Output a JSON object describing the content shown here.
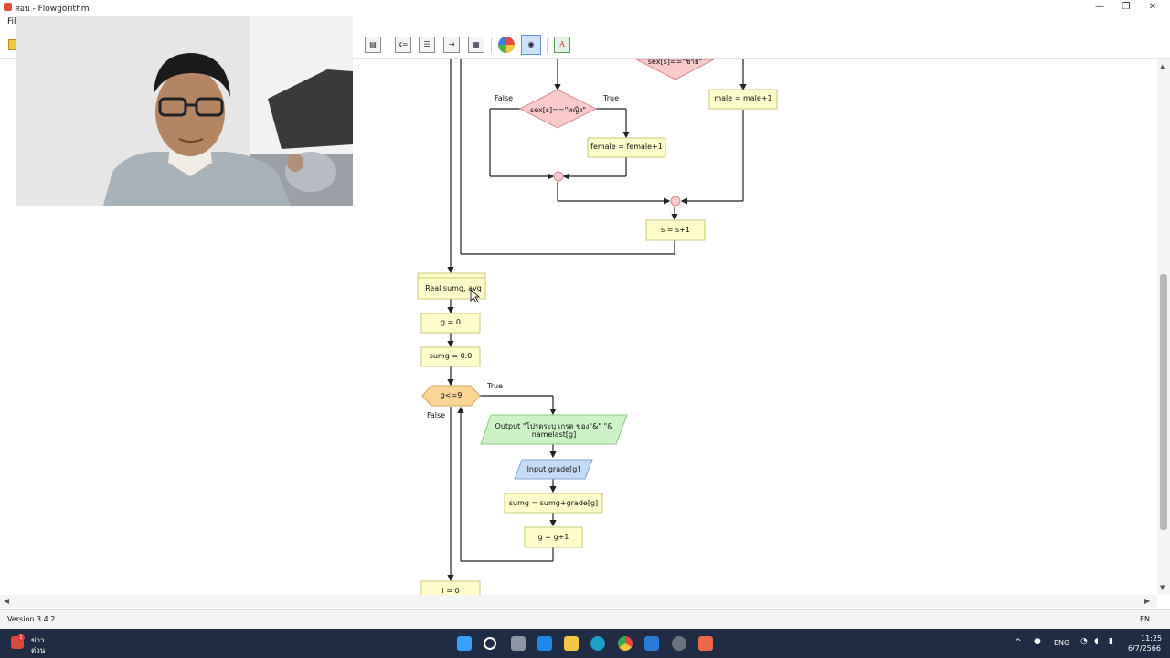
{
  "window": {
    "title": "สอบ - Flowgorithm",
    "minimize": "—",
    "maximize": "❐",
    "close": "✕"
  },
  "menu": {
    "file_label": "Fil"
  },
  "toolbar": {
    "icons": [
      "layout-icon",
      "variables-icon",
      "stack-icon",
      "output-icon",
      "console-icon",
      "color-icon",
      "chart-icon",
      "translate-icon"
    ],
    "variables_glyph": "x="
  },
  "flowchart": {
    "decision_sex_top": "sex[s]==\"ชาย\"",
    "decision_sex_female": "sex[s]==\"หญิง\"",
    "label_false_1": "False",
    "label_true_1": "True",
    "assign_male": "male = male+1",
    "assign_female": "female = female+1",
    "assign_s": "s = s+1",
    "declare_real": "Real sumg, avg",
    "assign_g0": "g = 0",
    "assign_sumg0": "sumg = 0.0",
    "loop_while": "g<=9",
    "label_true_2": "True",
    "label_false_2": "False",
    "output_line1": "Output \"โปรดระบุ เกรด ของ\"&\" \"&",
    "output_line2": "namelast[g]",
    "input_grade": "Input grade[g]",
    "assign_sumg": "sumg = sumg+grade[g]",
    "assign_g_inc": "g = g+1",
    "assign_i0": "i = 0"
  },
  "statusbar": {
    "version": "Version 3.4.2",
    "lang": "EN"
  },
  "taskbar": {
    "news_line1": "ข่าว",
    "news_line2": "ด่วน",
    "lang": "ENG",
    "time": "11:25",
    "date": "6/7/2566",
    "badge": "1"
  },
  "colors": {
    "process_fill": "#fdfdc9",
    "process_stroke": "#c8c87a",
    "decision_fill": "#f9c9cc",
    "decision_stroke": "#d98a91",
    "loop_fill": "#fbd595",
    "loop_stroke": "#d3a45c",
    "output_fill": "#ccf2c6",
    "output_stroke": "#8cc884",
    "input_fill": "#c5dcf7",
    "input_stroke": "#7ea5d6",
    "taskbar": "#1f2c43"
  }
}
